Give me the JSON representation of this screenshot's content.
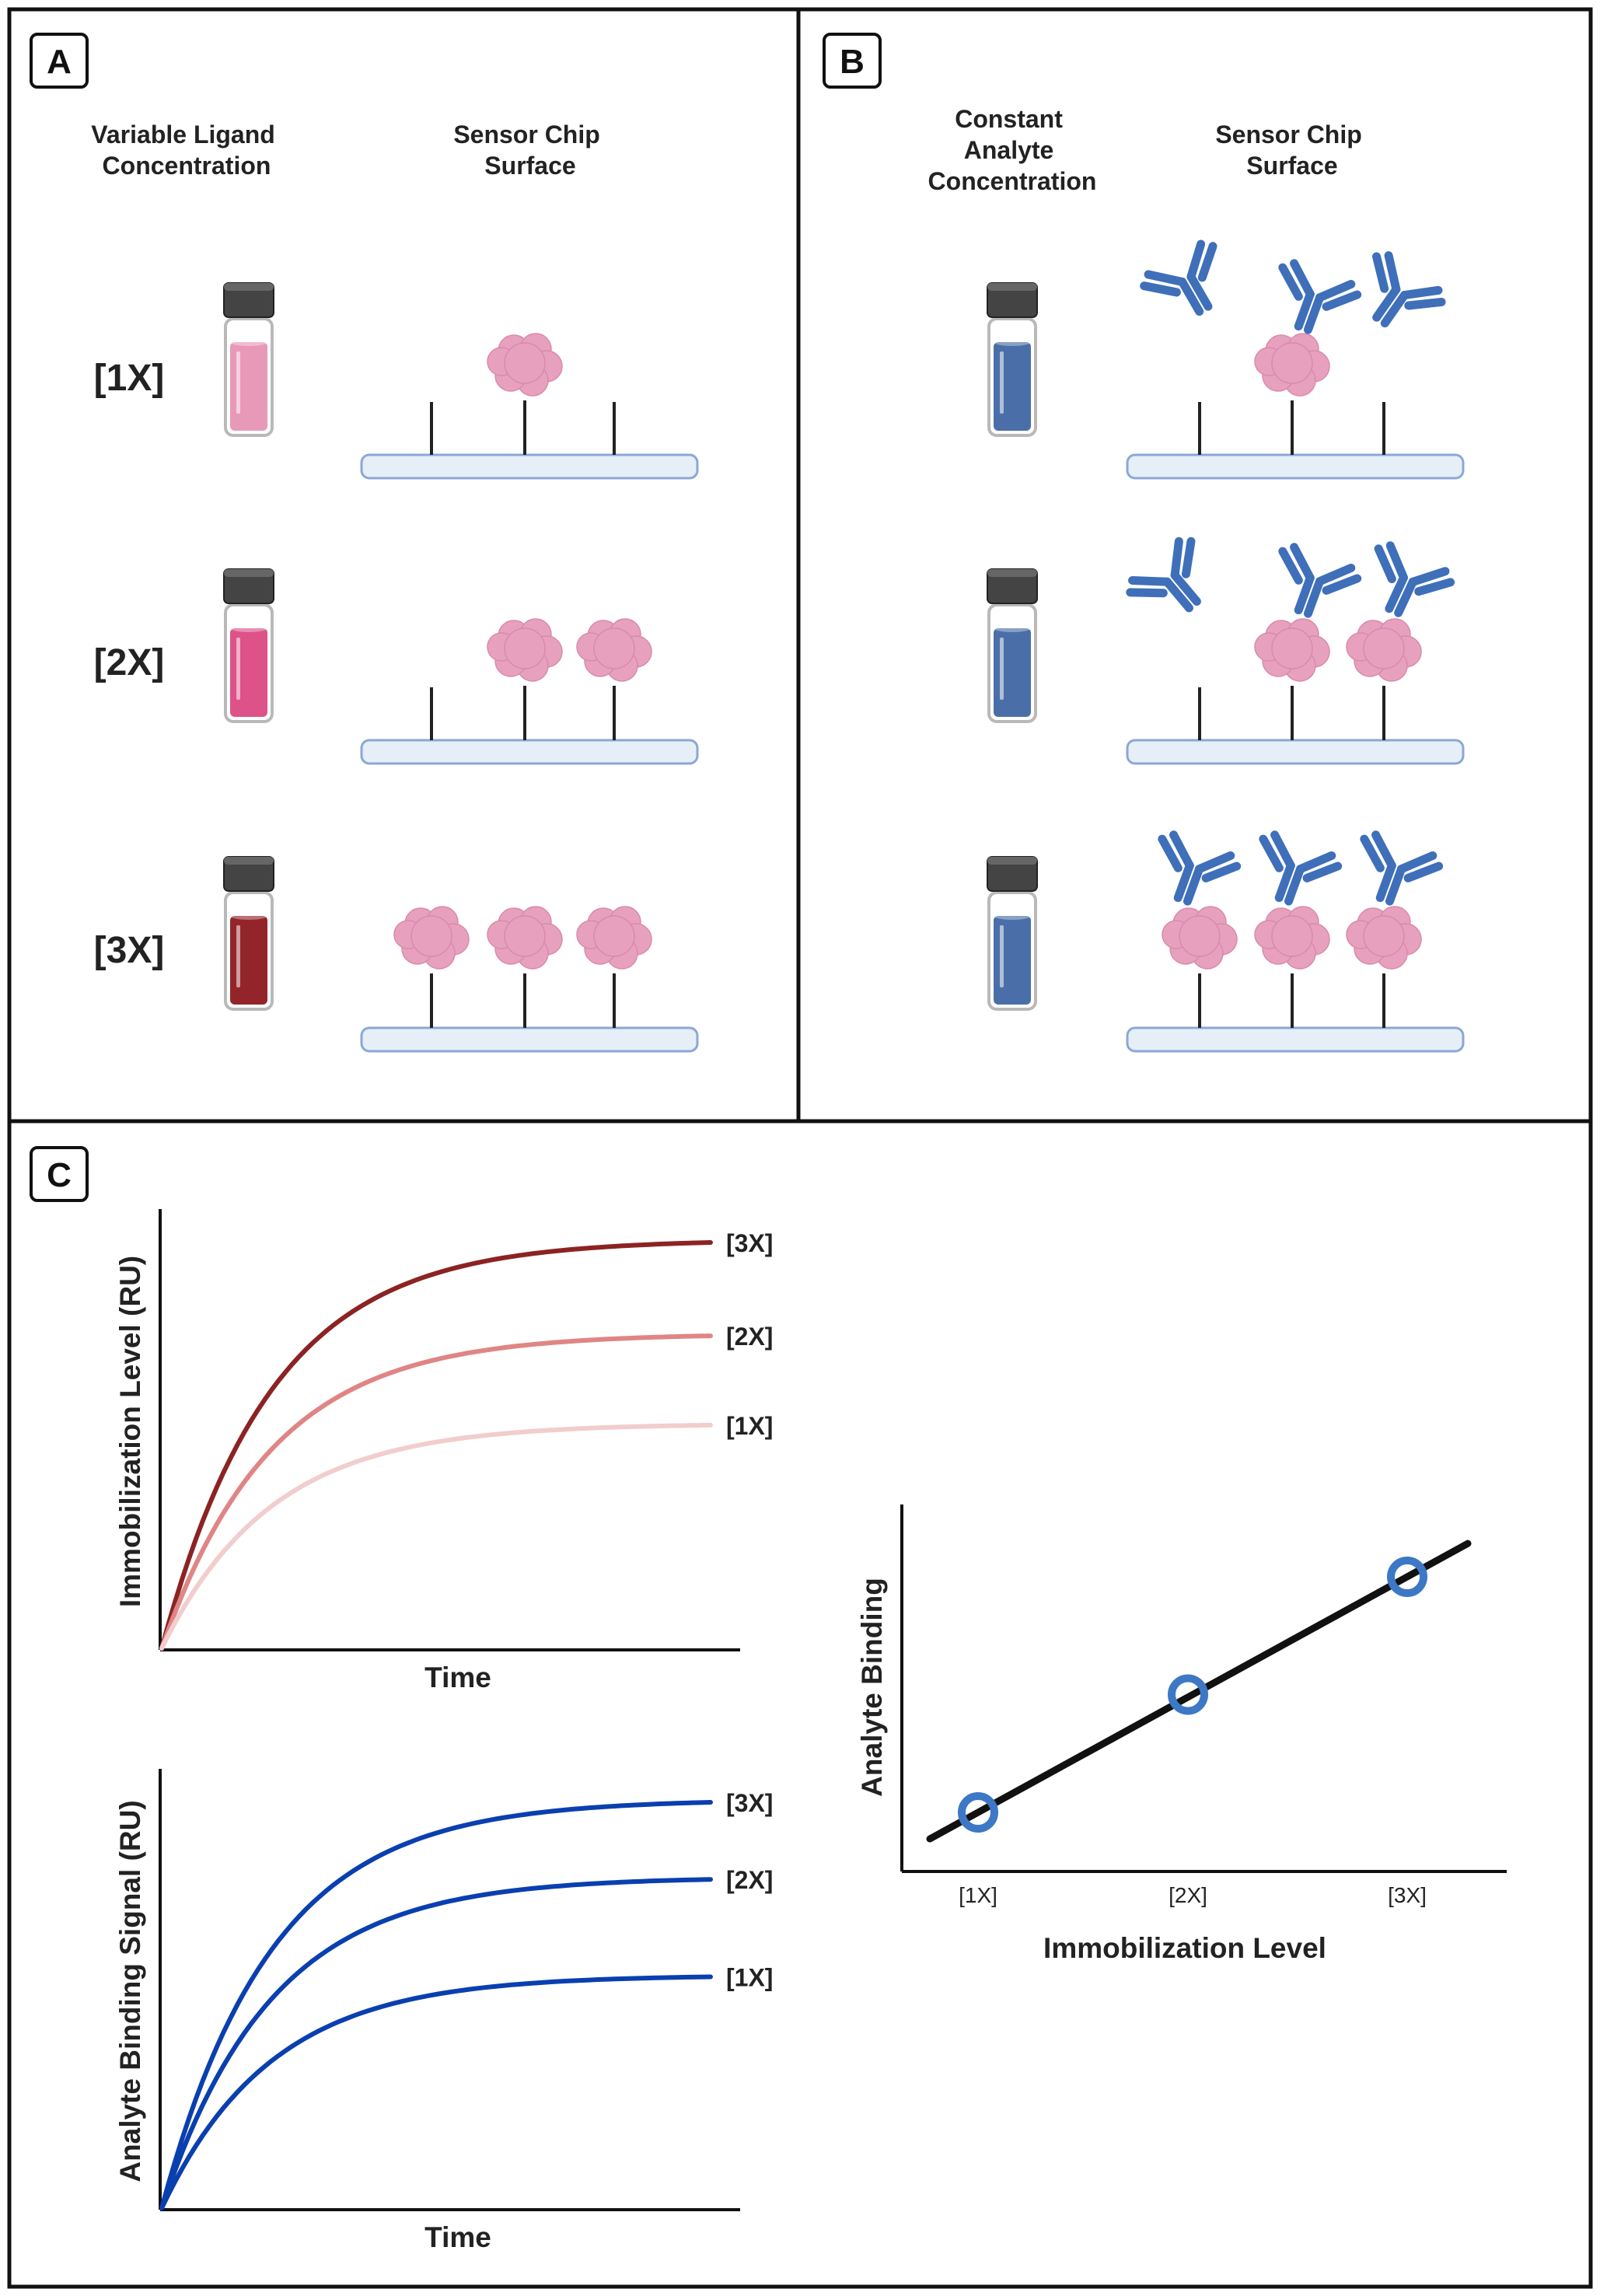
{
  "panel_a": {
    "letter": "A",
    "header_left": [
      "Variable Ligand",
      "Concentration"
    ],
    "header_right": [
      "Sensor Chip",
      "Surface"
    ],
    "rows": [
      {
        "label": "[1X]",
        "vial_color": "#e899b8",
        "ligands": 1
      },
      {
        "label": "[2X]",
        "vial_color": "#dc5289",
        "ligands": 2
      },
      {
        "label": "[3X]",
        "vial_color": "#93252a",
        "ligands": 3
      }
    ]
  },
  "panel_b": {
    "letter": "B",
    "header_left": [
      "Constant",
      "Analyte",
      "Concentration"
    ],
    "header_right": [
      "Sensor Chip",
      "Surface"
    ],
    "vial_color": "#4a6fa8",
    "rows": [
      {
        "ligands": 1,
        "bound_antibodies": 1
      },
      {
        "ligands": 2,
        "bound_antibodies": 2
      },
      {
        "ligands": 3,
        "bound_antibodies": 3
      }
    ]
  },
  "panel_c": {
    "letter": "C"
  },
  "colors": {
    "ligand": "#e7a1bf",
    "antibody": "#3f6fb9",
    "chip": "#e6eef8",
    "chip_border": "#8ba8d4"
  },
  "chart_data": [
    {
      "type": "line",
      "xlabel": "Time",
      "ylabel": "Immobilization Level (RU)",
      "series": [
        {
          "name": "[3X]",
          "color": "#8c2323",
          "plateau": 1.0
        },
        {
          "name": "[2X]",
          "color": "#e08585",
          "plateau": 0.77
        },
        {
          "name": "[1X]",
          "color": "#f2cdcd",
          "plateau": 0.55
        }
      ]
    },
    {
      "type": "line",
      "xlabel": "Time",
      "ylabel": "Analyte Binding Signal (RU)",
      "series": [
        {
          "name": "[3X]",
          "color": "#0a3fb0",
          "plateau": 1.0
        },
        {
          "name": "[2X]",
          "color": "#0a3fb0",
          "plateau": 0.81
        },
        {
          "name": "[1X]",
          "color": "#0a3fb0",
          "plateau": 0.57
        }
      ]
    },
    {
      "type": "scatter",
      "xlabel": "Immobilization Level",
      "ylabel": "Analyte Binding",
      "categories": [
        "[1X]",
        "[2X]",
        "[3X]"
      ],
      "values": [
        1,
        2,
        3
      ],
      "trendline": true,
      "marker_color": "#3d78c6"
    }
  ]
}
